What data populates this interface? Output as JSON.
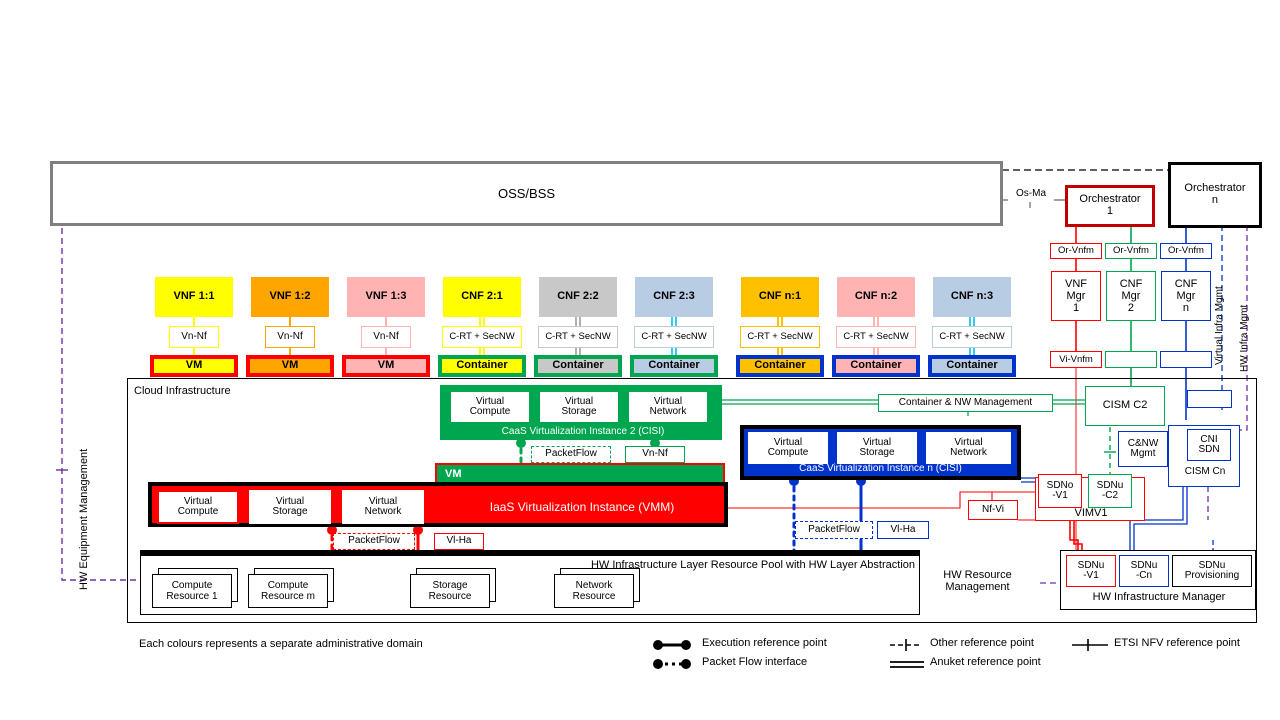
{
  "diagram": {
    "caption": "Each colours represents a separate administrative domain",
    "ossbss": "OSS/BSS",
    "cloud_infrastructure": "Cloud Infrastructure",
    "hw_pool": "HW Infrastructure Layer Resource Pool with HW Layer Abstraction",
    "hw_resource_mgmt": "HW Resource\nManagement",
    "hw_equipment_mgmt": "HW Equipment Management",
    "virtual_infra_mgmt": "Virtual Infra Mgmt",
    "hw_infra_mgmt": "HW Infra Mgmt"
  },
  "orchestrators": [
    {
      "label": "Orchestrator\n1",
      "color": "#c00000"
    },
    {
      "label": "Orchestrator\nn",
      "color": "#000000"
    }
  ],
  "os_ma": "Os-Ma",
  "functions": [
    {
      "name": "VNF 1:1",
      "fill": "#ffff00",
      "edge": "#ffff00",
      "iface": "Vn-Nf",
      "base": "VM",
      "basefill": "#ffff00",
      "baseedge": "#ff0000"
    },
    {
      "name": "VNF 1:2",
      "fill": "#ffa500",
      "edge": "#ffa500",
      "iface": "Vn-Nf",
      "base": "VM",
      "basefill": "#ffa500",
      "baseedge": "#ff0000"
    },
    {
      "name": "VNF 1:3",
      "fill": "#ffb3b3",
      "edge": "#ffb3b3",
      "iface": "Vn-Nf",
      "base": "VM",
      "basefill": "#ffb3b3",
      "baseedge": "#ff0000"
    },
    {
      "name": "CNF 2:1",
      "fill": "#ffff00",
      "edge": "#ffff00",
      "iface": "C-RT + SecNW",
      "base": "Container",
      "basefill": "#ffff00",
      "baseedge": "#00a550"
    },
    {
      "name": "CNF 2:2",
      "fill": "#c8c8c8",
      "edge": "#c8c8c8",
      "iface": "C-RT + SecNW",
      "base": "Container",
      "basefill": "#c8c8c8",
      "baseedge": "#00a550"
    },
    {
      "name": "CNF 2:3",
      "fill": "#b8cce4",
      "edge": "#b8cce4",
      "iface": "C-RT + SecNW",
      "base": "Container",
      "basefill": "#b8cce4",
      "baseedge": "#00a550"
    },
    {
      "name": "CNF n:1",
      "fill": "#ffc000",
      "edge": "#ffc000",
      "iface": "C-RT + SecNW",
      "base": "Container",
      "basefill": "#ffc000",
      "baseedge": "#0033cc"
    },
    {
      "name": "CNF n:2",
      "fill": "#ffb3b3",
      "edge": "#ffb3b3",
      "iface": "C-RT + SecNW",
      "base": "Container",
      "basefill": "#ffb3b3",
      "baseedge": "#0033cc"
    },
    {
      "name": "CNF n:3",
      "fill": "#b8cce4",
      "edge": "#b8cce4",
      "iface": "C-RT + SecNW",
      "base": "Container",
      "basefill": "#b8cce4",
      "baseedge": "#0033cc"
    }
  ],
  "managers": [
    {
      "top_iface": "Or-Vnfm",
      "label": "VNF\nMgr\n1",
      "bottom_iface": "Vi-Vnfm",
      "color": "#ff0000"
    },
    {
      "top_iface": "Or-Vnfm",
      "label": "CNF\nMgr\n2",
      "bottom_iface": "",
      "color": "#00a550"
    },
    {
      "top_iface": "Or-Vnfm",
      "label": "CNF\nMgr\nn",
      "bottom_iface": "",
      "color": "#0033cc"
    }
  ],
  "caas2": {
    "title": "CaaS Virtualization Instance 2 (CISI)",
    "color": "#00a550",
    "resources": [
      "Virtual\nCompute",
      "Virtual\nStorage",
      "Virtual\nNetwork"
    ],
    "ifaces": [
      "PacketFlow",
      "Vn-Nf"
    ],
    "vm": "VM"
  },
  "caasn": {
    "title": "CaaS Virtualization Instance n (CISI)",
    "color": "#0033cc",
    "resources": [
      "Virtual\nCompute",
      "Virtual\nStorage",
      "Virtual\nNetwork"
    ],
    "ifaces": [
      "PacketFlow",
      "Vl-Ha"
    ]
  },
  "iaas": {
    "title": "IaaS Virtualization Instance (VMM)",
    "color": "#ff0000",
    "resources": [
      "Virtual\nCompute",
      "Virtual\nStorage",
      "Virtual\nNetwork"
    ],
    "ifaces": [
      "PacketFlow",
      "Vl-Ha"
    ]
  },
  "hw_resources": [
    "Compute\nResource 1",
    "Compute\nResource m",
    "Storage\nResource",
    "Network\nResource"
  ],
  "management": {
    "container_nw_mgmt": "Container & NW Management",
    "cism_c2": "CISM C2",
    "cnw_mgmt": "C&NW\nMgmt",
    "cism_cn": "CISM Cn",
    "cni_sdn": "CNI\nSDN",
    "nf_vi": "Nf-Vi",
    "vimv1": "VIMV1",
    "sdno_v1": "SDNo\n-V1",
    "sdnu_c2": "SDNu\n-C2",
    "him_title": "HW Infrastructure Manager",
    "sdnu_v1": "SDNu\n-V1",
    "sdnu_cn": "SDNu\n-Cn",
    "sdnu_prov": "SDNu\nProvisioning"
  },
  "legend": [
    {
      "label": "Execution reference point",
      "style": "execution"
    },
    {
      "label": "Packet Flow interface",
      "style": "packetflow"
    },
    {
      "label": "Other reference point",
      "style": "other"
    },
    {
      "label": "Anuket reference point",
      "style": "anuket"
    },
    {
      "label": "ETSI NFV reference point",
      "style": "etsi"
    }
  ]
}
